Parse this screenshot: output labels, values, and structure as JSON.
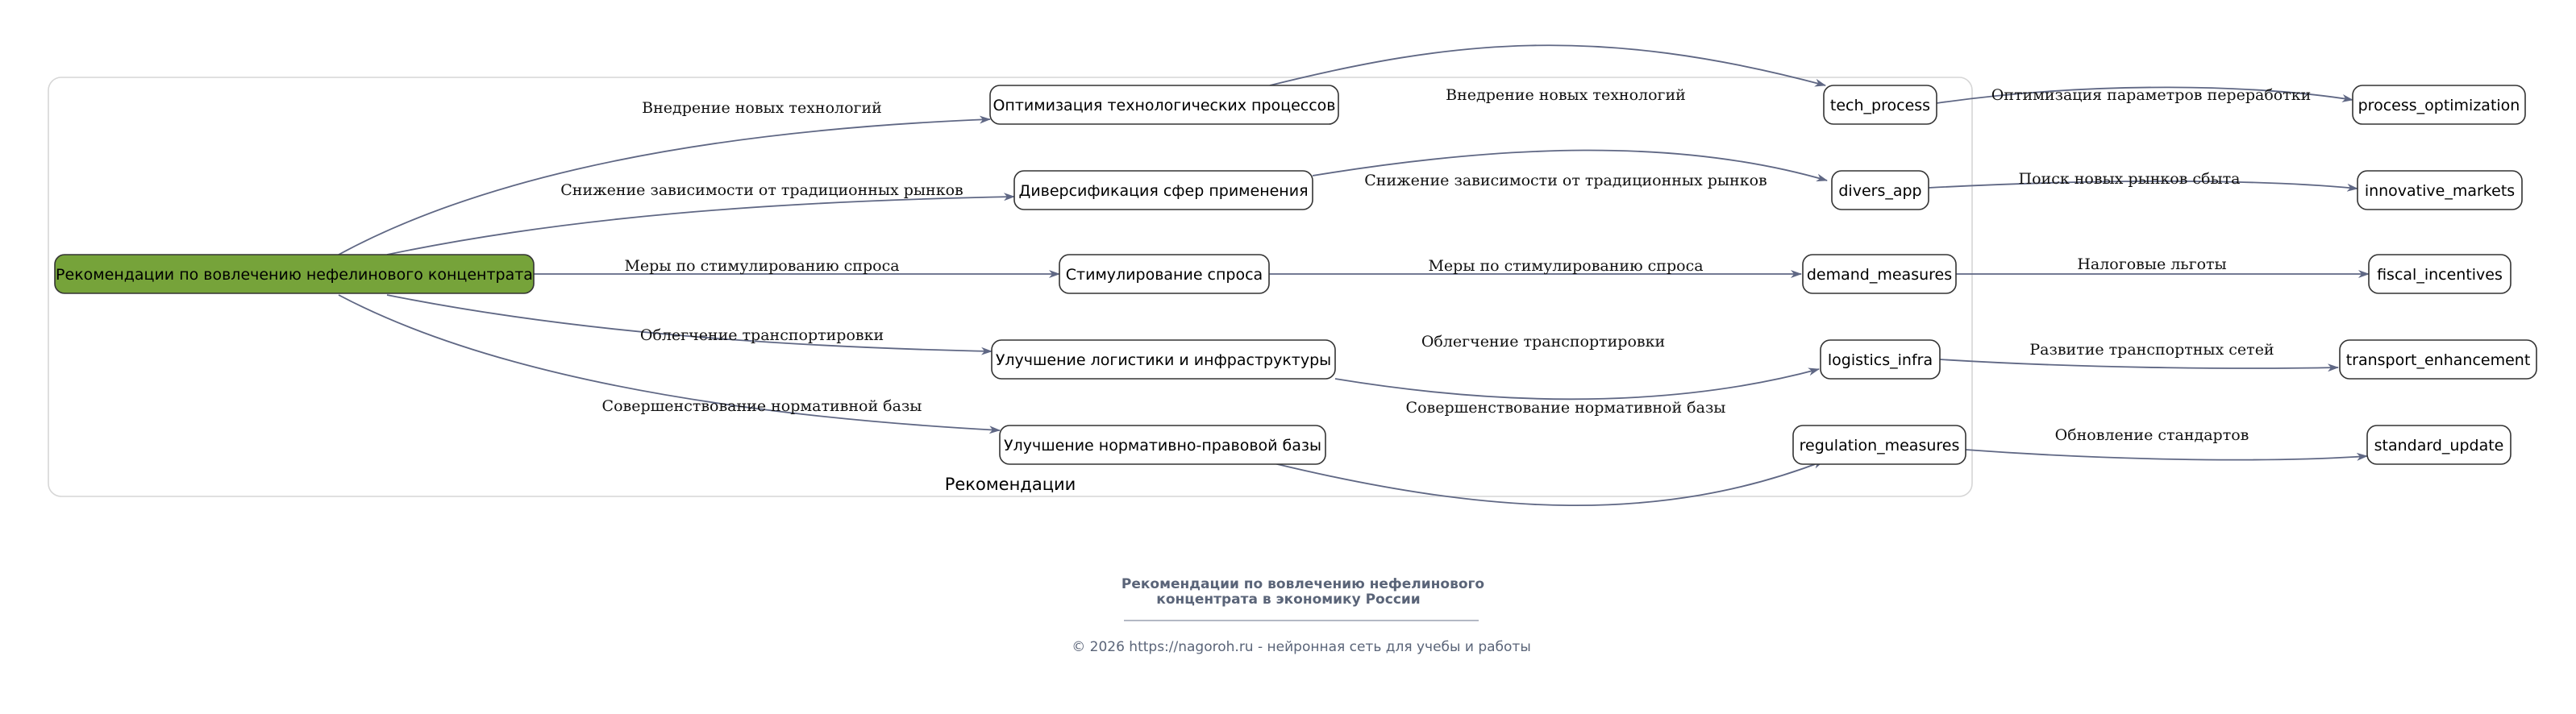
{
  "cluster_label": "Рекомендации",
  "nodes": {
    "root": "Рекомендации по вовлечению нефелинового концентрата",
    "opt_tech": "Оптимизация технологических процессов",
    "divers": "Диверсификация сфер применения",
    "stim": "Стимулирование спроса",
    "logist": "Улучшение логистики и инфраструктуры",
    "regul": "Улучшение нормативно-правовой базы",
    "tech_process": "tech_process",
    "divers_app": "divers_app",
    "demand_measures": "demand_measures",
    "logistics_infra": "logistics_infra",
    "regulation_measures": "regulation_measures",
    "process_optimization": "process_optimization",
    "innovative_markets": "innovative_markets",
    "fiscal_incentives": "fiscal_incentives",
    "transport_enhancement": "transport_enhancement",
    "standard_update": "standard_update"
  },
  "edges": [
    {
      "from": "root",
      "to": "opt_tech",
      "label": "Внедрение новых технологий"
    },
    {
      "from": "root",
      "to": "divers",
      "label": "Снижение зависимости от традиционных рынков"
    },
    {
      "from": "root",
      "to": "stim",
      "label": "Меры по стимулированию спроса"
    },
    {
      "from": "root",
      "to": "logist",
      "label": "Облегчение транспортировки"
    },
    {
      "from": "root",
      "to": "regul",
      "label": "Совершенствование нормативной базы"
    },
    {
      "from": "opt_tech",
      "to": "tech_process",
      "label": "Внедрение новых технологий"
    },
    {
      "from": "divers",
      "to": "divers_app",
      "label": "Снижение зависимости от традиционных рынков"
    },
    {
      "from": "stim",
      "to": "demand_measures",
      "label": "Меры по стимулированию спроса"
    },
    {
      "from": "logist",
      "to": "logistics_infra",
      "label": "Облегчение транспортировки"
    },
    {
      "from": "regul",
      "to": "regulation_measures",
      "label": "Совершенствование нормативной базы"
    },
    {
      "from": "tech_process",
      "to": "process_optimization",
      "label": "Оптимизация параметров переработки"
    },
    {
      "from": "divers_app",
      "to": "innovative_markets",
      "label": "Поиск новых рынков сбыта"
    },
    {
      "from": "demand_measures",
      "to": "fiscal_incentives",
      "label": "Налоговые льготы"
    },
    {
      "from": "logistics_infra",
      "to": "transport_enhancement",
      "label": "Развитие транспортных сетей"
    },
    {
      "from": "regulation_measures",
      "to": "standard_update",
      "label": "Обновление стандартов"
    }
  ],
  "footer": {
    "title_line1": "Рекомендации по вовлечению нефелинового",
    "title_line2": "концентрата в экономику России",
    "copyright": "© 2026 https://nagoroh.ru - нейронная сеть для учебы и работы"
  },
  "colors": {
    "root_fill": "#76a33a",
    "edge": "#5f6784",
    "cluster_border": "#d6d6d6",
    "footer_text": "#5a6478"
  }
}
